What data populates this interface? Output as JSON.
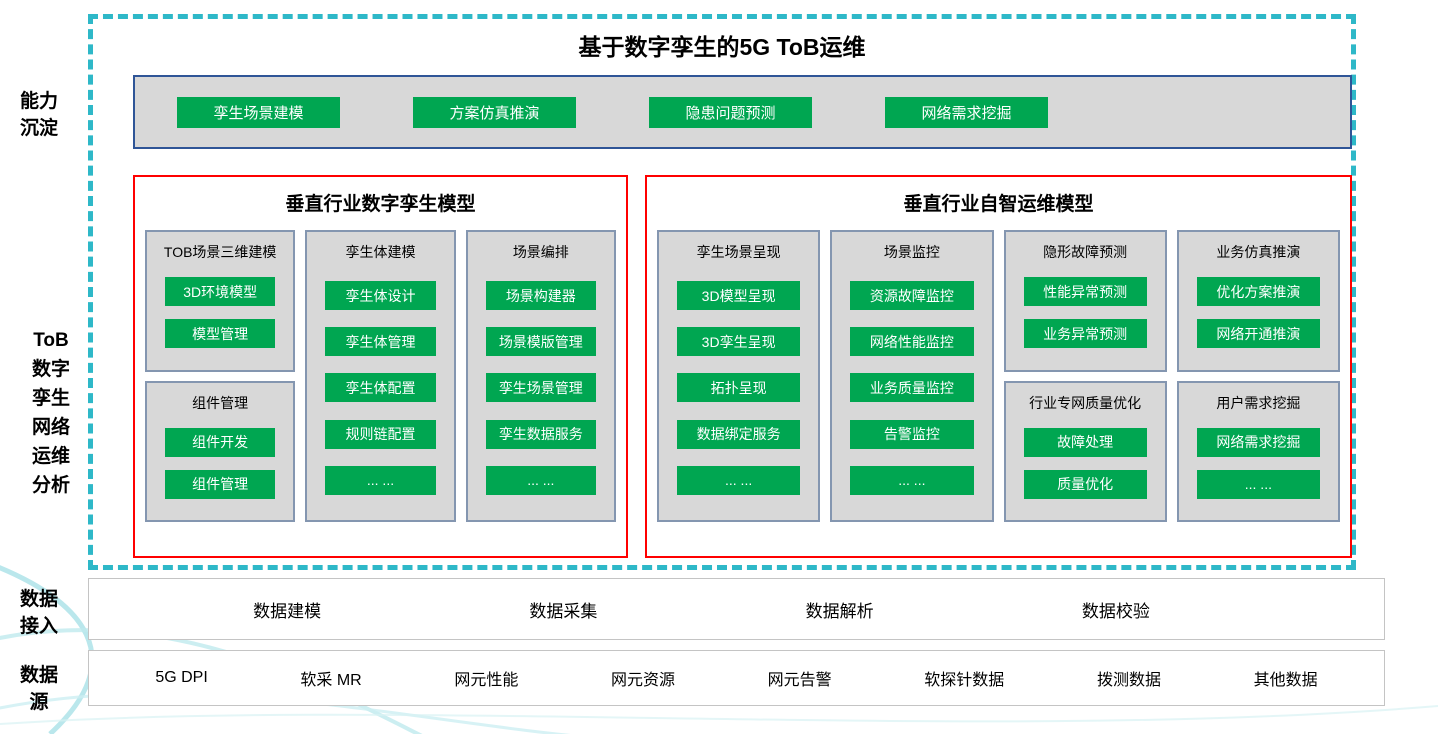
{
  "title": "基于数字孪生的5G ToB运维",
  "side_labels": {
    "capability": [
      "能力",
      "沉淀"
    ],
    "tob": [
      "ToB",
      "数字",
      "孪生",
      "网络",
      "运维",
      "分析"
    ],
    "data_access": [
      "数据",
      "接入"
    ],
    "data_source": [
      "数据",
      "源"
    ]
  },
  "capability_bar": {
    "items": [
      "孪生场景建模",
      "方案仿真推演",
      "隐患问题预测",
      "网络需求挖掘"
    ]
  },
  "panels": [
    {
      "title": "垂直行业数字孪生模型",
      "columns": [
        {
          "groups": [
            {
              "header": "TOB场景三维建模",
              "items": [
                "3D环境模型",
                "模型管理"
              ]
            },
            {
              "header": "组件管理",
              "items": [
                "组件开发",
                "组件管理"
              ]
            }
          ]
        },
        {
          "groups": [
            {
              "header": "孪生体建模",
              "items": [
                "孪生体设计",
                "孪生体管理",
                "孪生体配置",
                "规则链配置",
                "... ..."
              ]
            }
          ]
        },
        {
          "groups": [
            {
              "header": "场景编排",
              "items": [
                "场景构建器",
                "场景模版管理",
                "孪生场景管理",
                "孪生数据服务",
                "... ..."
              ]
            }
          ]
        }
      ]
    },
    {
      "title": "垂直行业自智运维模型",
      "columns": [
        {
          "groups": [
            {
              "header": "孪生场景呈现",
              "items": [
                "3D模型呈现",
                "3D孪生呈现",
                "拓扑呈现",
                "数据绑定服务",
                "... ..."
              ]
            }
          ]
        },
        {
          "groups": [
            {
              "header": "场景监控",
              "items": [
                "资源故障监控",
                "网络性能监控",
                "业务质量监控",
                "告警监控",
                "... ..."
              ]
            }
          ]
        },
        {
          "groups": [
            {
              "header": "隐形故障预测",
              "items": [
                "性能异常预测",
                "业务异常预测"
              ]
            },
            {
              "header": "行业专网质量优化",
              "items": [
                "故障处理",
                "质量优化"
              ]
            }
          ]
        },
        {
          "groups": [
            {
              "header": "业务仿真推演",
              "items": [
                "优化方案推演",
                "网络开通推演"
              ]
            },
            {
              "header": "用户需求挖掘",
              "items": [
                "网络需求挖掘",
                "... ..."
              ]
            }
          ]
        }
      ]
    }
  ],
  "data_access": {
    "items": [
      "数据建模",
      "数据采集",
      "数据解析",
      "数据校验"
    ]
  },
  "data_source": {
    "items": [
      "5G DPI",
      "软采 MR",
      "网元性能",
      "网元资源",
      "网元告警",
      "软探针数据",
      "拨测数据",
      "其他数据"
    ]
  },
  "colors": {
    "green": "#00A651",
    "red_border": "#FF0000",
    "teal_dashed": "#2EB8C8",
    "blue_border": "#2F5597",
    "panel_gray": "#D8D8D8",
    "group_border": "#8496B0"
  }
}
